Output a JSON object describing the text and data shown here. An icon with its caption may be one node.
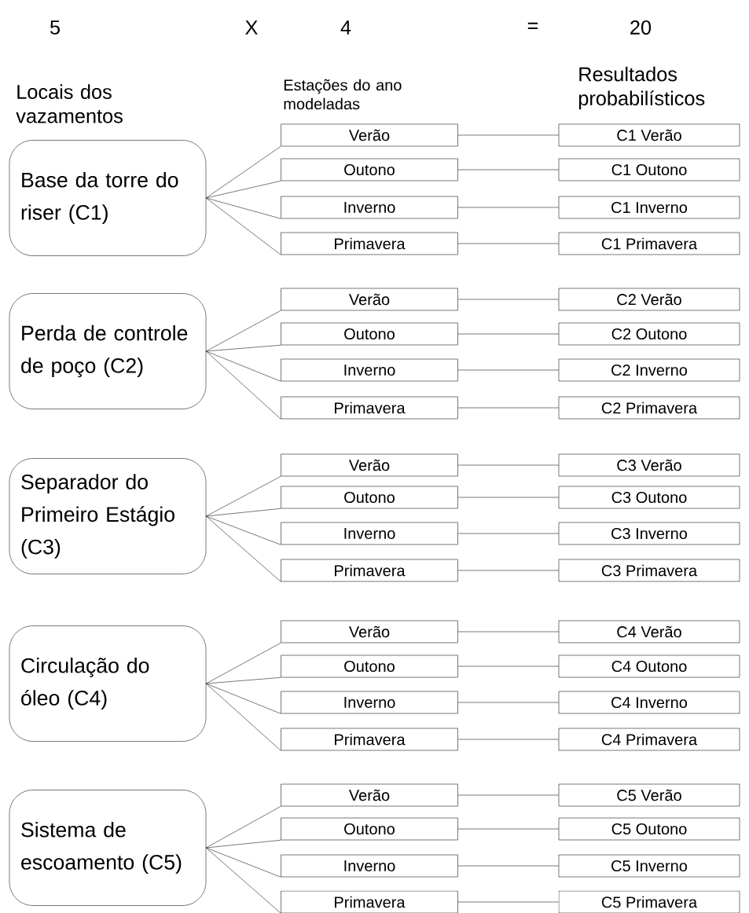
{
  "diagram": {
    "nodes": [
      {
        "text": [
          "Base da torre do riser (C1)"
        ]
      },
      {
        "text": [
          "Verão"
        ]
      },
      {
        "text": [
          "C1 Verão"
        ]
      },
      {
        "text": [
          "Outono"
        ]
      },
      {
        "text": [
          "C1 Outono"
        ]
      },
      {
        "text": [
          "Inverno"
        ]
      },
      {
        "text": [
          "C1 Inverno"
        ]
      },
      {
        "text": [
          "Primavera"
        ]
      },
      {
        "text": [
          "C1 Primavera"
        ]
      },
      {
        "text": [
          "Perda de controle de poço (C2)"
        ]
      },
      {
        "text": [
          "Verão"
        ]
      },
      {
        "text": [
          "C2 Verão"
        ]
      },
      {
        "text": [
          "Outono"
        ]
      },
      {
        "text": [
          "C2 Outono"
        ]
      },
      {
        "text": [
          "Inverno"
        ]
      },
      {
        "text": [
          "C2 Inverno"
        ]
      },
      {
        "text": [
          "Primavera"
        ]
      },
      {
        "text": [
          "C2 Primavera"
        ]
      },
      {
        "text": [
          "Separador do Primeiro Estágio (C3)"
        ]
      },
      {
        "text": [
          "Verão"
        ]
      },
      {
        "text": [
          "C3 Verão"
        ]
      },
      {
        "text": [
          "Outono"
        ]
      },
      {
        "text": [
          "C3 Outono"
        ]
      },
      {
        "text": [
          "Inverno"
        ]
      },
      {
        "text": [
          "C3 Inverno"
        ]
      },
      {
        "text": [
          "Primavera"
        ]
      },
      {
        "text": [
          "C3 Primavera"
        ]
      },
      {
        "text": [
          "Circulação do óleo (C4)"
        ]
      },
      {
        "text": [
          "Verão"
        ]
      },
      {
        "text": [
          "C4 Verão"
        ]
      },
      {
        "text": [
          "Outono"
        ]
      },
      {
        "text": [
          "C4 Outono"
        ]
      },
      {
        "text": [
          "Inverno"
        ]
      },
      {
        "text": [
          "C4 Inverno"
        ]
      },
      {
        "text": [
          "Primavera"
        ]
      },
      {
        "text": [
          "C4 Primavera"
        ]
      },
      {
        "text": [
          "Sistema de escoamento (C5)"
        ]
      },
      {
        "text": [
          "Verão"
        ]
      },
      {
        "text": [
          "C5 Verão"
        ]
      },
      {
        "text": [
          "Outono"
        ]
      },
      {
        "text": [
          "C5 Outono"
        ]
      },
      {
        "text": [
          "Inverno"
        ]
      },
      {
        "text": [
          "C5 Inverno"
        ]
      },
      {
        "text": [
          "Primavera"
        ]
      },
      {
        "text": [
          "C5 Primavera"
        ]
      }
    ],
    "edges": [
      {
        "from": 0,
        "to": 1,
        "arrow": "none"
      },
      {
        "from": 0,
        "to": 3,
        "arrow": "none"
      },
      {
        "from": 0,
        "to": 5,
        "arrow": "none"
      },
      {
        "from": 0,
        "to": 7,
        "arrow": "none"
      },
      {
        "from": 1,
        "to": 2,
        "arrow": "none"
      },
      {
        "from": 3,
        "to": 4,
        "arrow": "none"
      },
      {
        "from": 5,
        "to": 6,
        "arrow": "none"
      },
      {
        "from": 7,
        "to": 8,
        "arrow": "none"
      },
      {
        "from": 9,
        "to": 10,
        "arrow": "none"
      },
      {
        "from": 9,
        "to": 12,
        "arrow": "none"
      },
      {
        "from": 9,
        "to": 14,
        "arrow": "none"
      },
      {
        "from": 9,
        "to": 16,
        "arrow": "none"
      },
      {
        "from": 10,
        "to": 11,
        "arrow": "none"
      },
      {
        "from": 12,
        "to": 13,
        "arrow": "none"
      },
      {
        "from": 14,
        "to": 15,
        "arrow": "none"
      },
      {
        "from": 16,
        "to": 17,
        "arrow": "none"
      },
      {
        "from": 18,
        "to": 19,
        "arrow": "none"
      },
      {
        "from": 18,
        "to": 21,
        "arrow": "none"
      },
      {
        "from": 18,
        "to": 23,
        "arrow": "none"
      },
      {
        "from": 18,
        "to": 25,
        "arrow": "none"
      },
      {
        "from": 19,
        "to": 20,
        "arrow": "none"
      },
      {
        "from": 21,
        "to": 22,
        "arrow": "none"
      },
      {
        "from": 23,
        "to": 24,
        "arrow": "none"
      },
      {
        "from": 25,
        "to": 26,
        "arrow": "none"
      },
      {
        "from": 27,
        "to": 28,
        "arrow": "none"
      },
      {
        "from": 27,
        "to": 30,
        "arrow": "none"
      },
      {
        "from": 27,
        "to": 32,
        "arrow": "none"
      },
      {
        "from": 27,
        "to": 34,
        "arrow": "none"
      },
      {
        "from": 28,
        "to": 29,
        "arrow": "none"
      },
      {
        "from": 30,
        "to": 31,
        "arrow": "none"
      },
      {
        "from": 32,
        "to": 33,
        "arrow": "none"
      },
      {
        "from": 34,
        "to": 35,
        "arrow": "none"
      },
      {
        "from": 36,
        "to": 37,
        "arrow": "none"
      },
      {
        "from": 36,
        "to": 39,
        "arrow": "none"
      },
      {
        "from": 36,
        "to": 41,
        "arrow": "none"
      },
      {
        "from": 36,
        "to": 43,
        "arrow": "none"
      },
      {
        "from": 37,
        "to": 38,
        "arrow": "none"
      },
      {
        "from": 39,
        "to": 40,
        "arrow": "none"
      },
      {
        "from": 41,
        "to": 42,
        "arrow": "none"
      },
      {
        "from": 43,
        "to": 44,
        "arrow": "none"
      }
    ],
    "labels": [
      "5",
      "X",
      "4",
      "=",
      "20",
      "Locais dos vazamentos",
      "Estações do ano modeladas",
      "Resultados probabilísticos"
    ]
  }
}
